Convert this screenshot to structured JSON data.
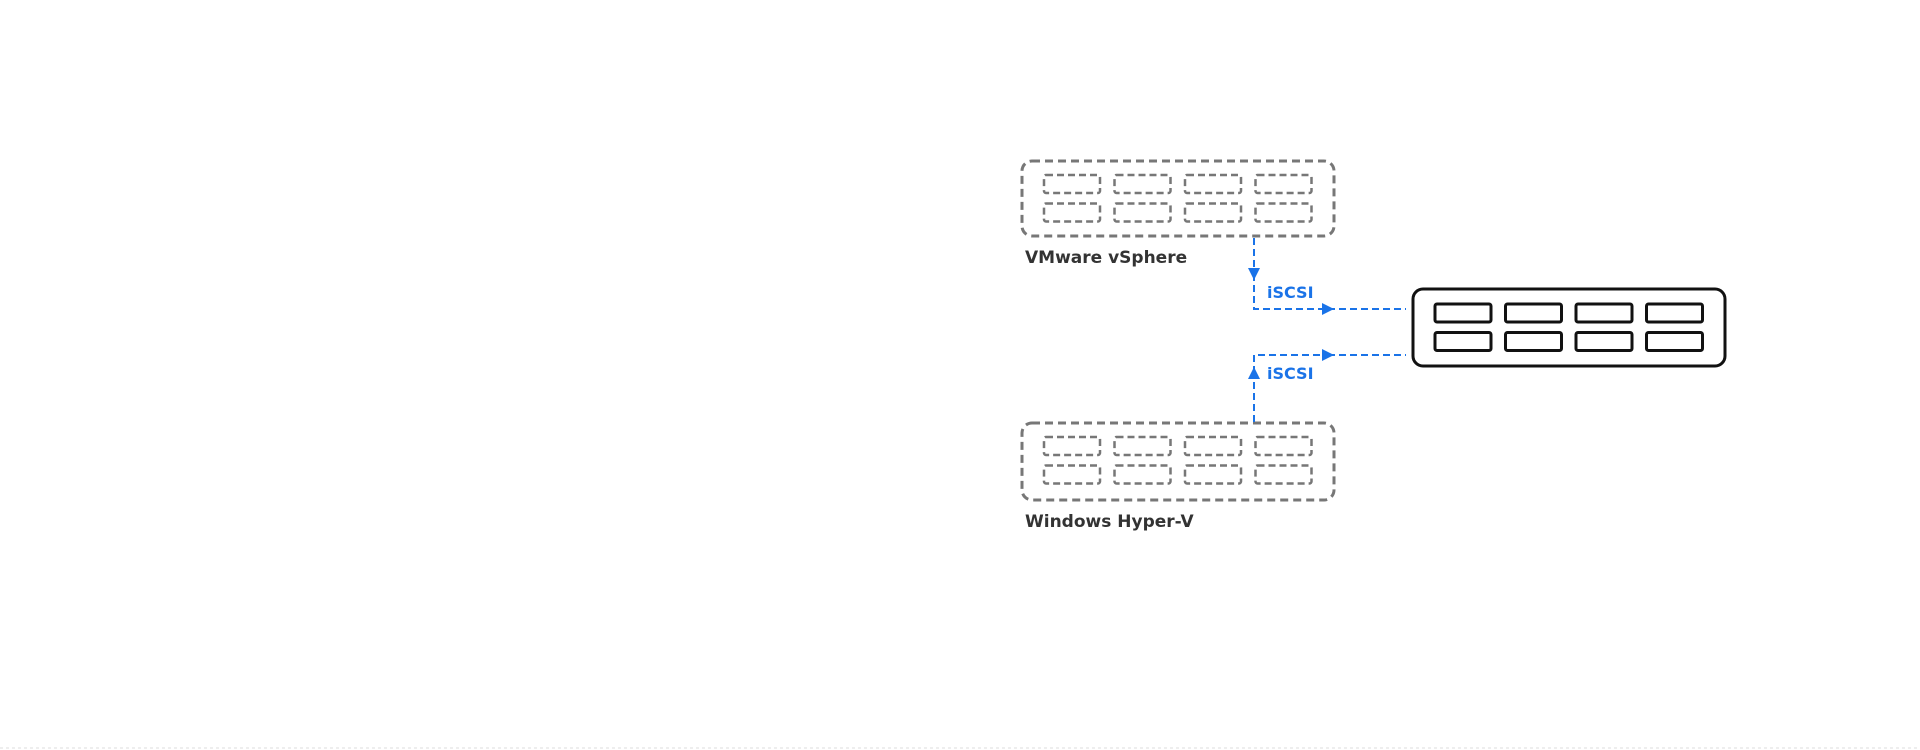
{
  "diagram": {
    "nodes": [
      {
        "id": "vsphere",
        "label": "VMware vSphere",
        "style": "dashed"
      },
      {
        "id": "hyperv",
        "label": "Windows Hyper-V",
        "style": "dashed"
      },
      {
        "id": "storage",
        "label": "",
        "style": "solid"
      }
    ],
    "edges": [
      {
        "from": "vsphere",
        "to": "storage",
        "label": "iSCSI"
      },
      {
        "from": "hyperv",
        "to": "storage",
        "label": "iSCSI"
      }
    ]
  },
  "colors": {
    "link": "#1a73e8",
    "host": "#777777",
    "storage": "#111111"
  }
}
